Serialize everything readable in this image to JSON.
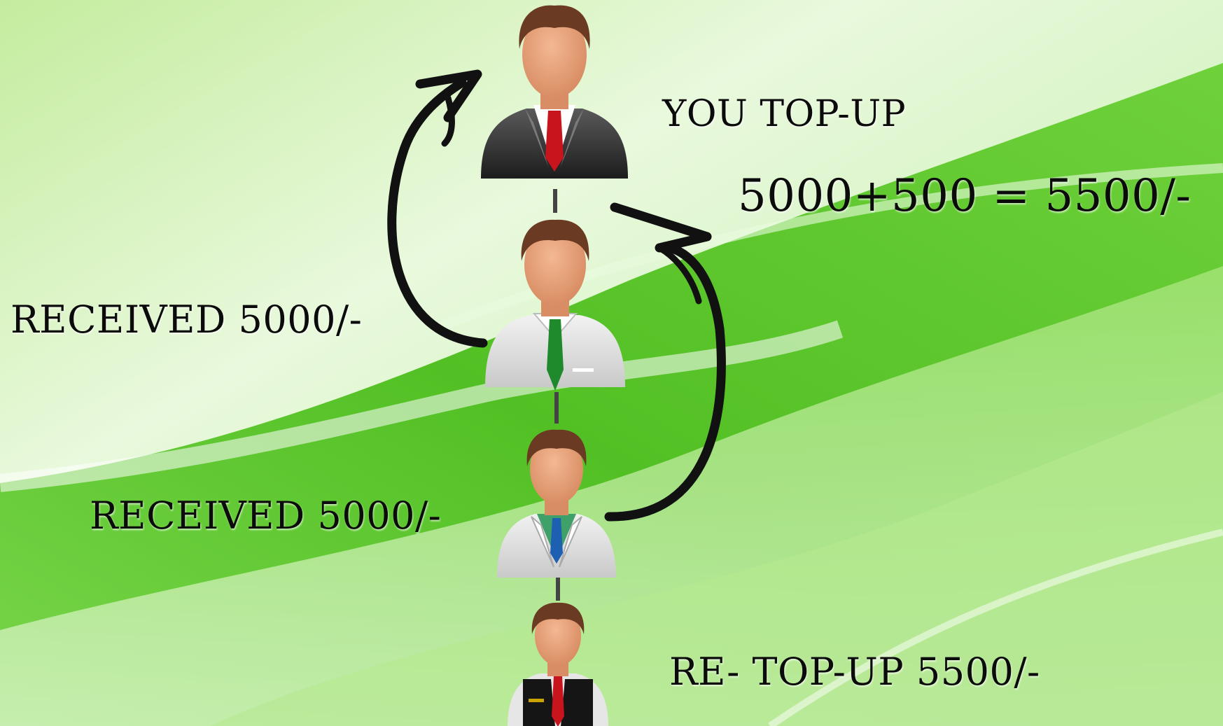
{
  "labels": {
    "you_top_up": "YOU TOP-UP",
    "formula": "5000+500 = 5500/-",
    "received_1": "RECEIVED 5000/-",
    "received_2": "RECEIVED 5000/-",
    "re_top_up": "RE- TOP-UP 5500/-"
  },
  "people": [
    {
      "name": "top-person",
      "suit": "#3a3a3a",
      "shirt": "#ffffff",
      "tie": "#c8141c"
    },
    {
      "name": "second-person",
      "suit": "#e6e6e6",
      "shirt": "#f4f4f4",
      "tie": "#1e8a2c"
    },
    {
      "name": "third-person",
      "suit": "#e2e2e2",
      "shirt": "#f4f4f4",
      "tie": "#1d5fb0"
    },
    {
      "name": "bottom-person",
      "suit": "#151515",
      "shirt": "#f2f2f2",
      "tie": "#c8141c"
    }
  ],
  "colors": {
    "background_light": "#e4f7d8",
    "background_band": "#5cc82c",
    "arrow": "#111111",
    "skin": "#e8a27c",
    "hair": "#6a3a22"
  }
}
